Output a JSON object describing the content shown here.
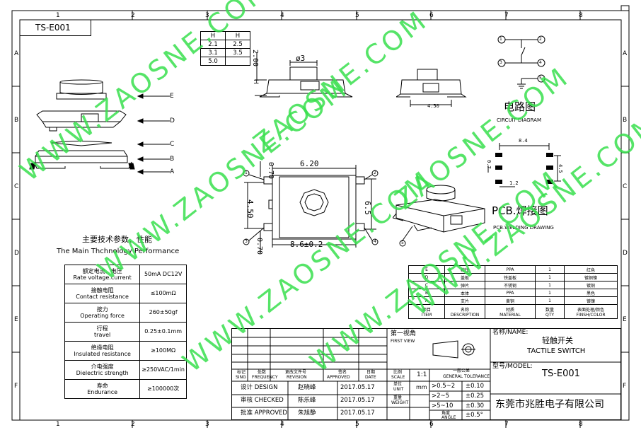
{
  "drawing_id_box": "TS-E001",
  "border": {
    "cols": [
      "1",
      "2",
      "3",
      "4",
      "5",
      "6",
      "7",
      "8"
    ],
    "rows": [
      "A",
      "B",
      "C",
      "D",
      "E",
      "F"
    ]
  },
  "height_table": {
    "headers": [
      "H",
      "H"
    ],
    "rows": [
      [
        "2.1",
        "2.5"
      ],
      [
        "3.1",
        "3.5"
      ],
      [
        "5.0",
        ""
      ]
    ]
  },
  "views": {
    "exploded_labels": [
      "E",
      "D",
      "C",
      "B",
      "A"
    ],
    "side_dims": {
      "diameter": "ø3",
      "height": "2.00",
      "h": "H"
    },
    "top_dims": {
      "width": "6.20",
      "height": "4.50",
      "length": "8.6±0.2",
      "pitch": "6.5",
      "gap_top": "0.70",
      "gap_bottom": "0.70"
    },
    "front_dim": "4.50",
    "pin_numbers": [
      "1",
      "2",
      "3",
      "4",
      "5"
    ]
  },
  "circuit": {
    "title": "电路图",
    "subtitle": "CIRCUIT DIAGRAM",
    "pins": [
      "1",
      "2",
      "3",
      "4",
      "5"
    ]
  },
  "pcb": {
    "title": "PCB.焊接图",
    "subtitle": "PCB.WELDING DRAWING",
    "dims": {
      "w": "8.4",
      "h": "4.5",
      "pad": "1.2",
      "side": "0.7"
    }
  },
  "performance": {
    "title_cn": "主要技术参数、性能",
    "title_en": "The Main Thchnology Performance",
    "rows": [
      {
        "cn": "额定电流、电压",
        "en": "Rate voltage.current",
        "value": "50mA DC12V"
      },
      {
        "cn": "接触电阻",
        "en": "Contact resistance",
        "value": "≤100mΩ"
      },
      {
        "cn": "按力",
        "en": "Operating force",
        "value": "260±50gf"
      },
      {
        "cn": "行程",
        "en": "travel",
        "value": "0.25±0.1mm"
      },
      {
        "cn": "绝缘电阻",
        "en": "Insulated resistance",
        "value": "≥100MΩ"
      },
      {
        "cn": "介电强度",
        "en": "Dielectric strength",
        "value": "≥250VAC/1min"
      },
      {
        "cn": "寿命",
        "en": "Endurance",
        "value": "≥100000次"
      }
    ]
  },
  "bom": {
    "rows": [
      [
        "E",
        "按钮",
        "PPA",
        "1",
        "红色"
      ],
      [
        "D",
        "盖板",
        "铁盖板",
        "1",
        "镀铜镍"
      ],
      [
        "C",
        "弹片",
        "不锈钢",
        "1",
        "镀铜"
      ],
      [
        "B",
        "本体",
        "PPA",
        "1",
        "黑色"
      ],
      [
        "A",
        "支片",
        "黄铜",
        "1",
        "镀镍"
      ]
    ],
    "headers": [
      {
        "cn": "项目",
        "en": "ITEM"
      },
      {
        "cn": "名称",
        "en": "DESCRIPTION"
      },
      {
        "cn": "材质",
        "en": "MATERIAL"
      },
      {
        "cn": "数量",
        "en": "QTY"
      },
      {
        "cn": "表面处理/颜色",
        "en": "FINSH/COLOR"
      }
    ]
  },
  "title_block": {
    "first_view": {
      "cn": "第一视角",
      "en": "FIRST VIEW"
    },
    "name_label": "名称/NAME:",
    "name_cn": "轻触开关",
    "name_en": "TACTILE SWITCH",
    "model_label": "型号/MODEL:",
    "model": "TS-E001",
    "company": "东莞市兆胜电子有限公司",
    "rev_headers": [
      {
        "cn": "标记",
        "en": "SING"
      },
      {
        "cn": "处数",
        "en": "FREQUENCY"
      },
      {
        "cn": "更改文件号",
        "en": "REVISION"
      },
      {
        "cn": "签名",
        "en": "APPROVED"
      },
      {
        "cn": "日期",
        "en": "DATE"
      },
      {
        "cn": "比例",
        "en": "SCALE"
      }
    ],
    "scale": "1:1",
    "tolerance_title": {
      "cn": "一般公差",
      "en": "GENERAL TOLERANCE"
    },
    "unit": {
      "cn": "单位",
      "en": "UNIT",
      "value": "mm"
    },
    "weight": {
      "cn": "重量",
      "en": "WEIGHT"
    },
    "angle": {
      "cn": "角度",
      "en": "ANGLE"
    },
    "tolerances": [
      [
        ">0.5~2",
        "±0.10"
      ],
      [
        ">2~5",
        "±0.25"
      ],
      [
        ">5~10",
        "±0.30"
      ],
      [
        "",
        "±0.5°"
      ]
    ],
    "signoff": [
      {
        "role": "设计 DESIGN",
        "name": "赵晓峰",
        "date": "2017.05.17"
      },
      {
        "role": "审核 CHECKED",
        "name": "陈乐峰",
        "date": "2017.05.17"
      },
      {
        "role": "批准 APPROVED",
        "name": "朱旭静",
        "date": "2017.05.17"
      }
    ]
  },
  "watermark": "WWW.ZAOSNE.COM",
  "watermark_short": "ZAOSNE.COM"
}
